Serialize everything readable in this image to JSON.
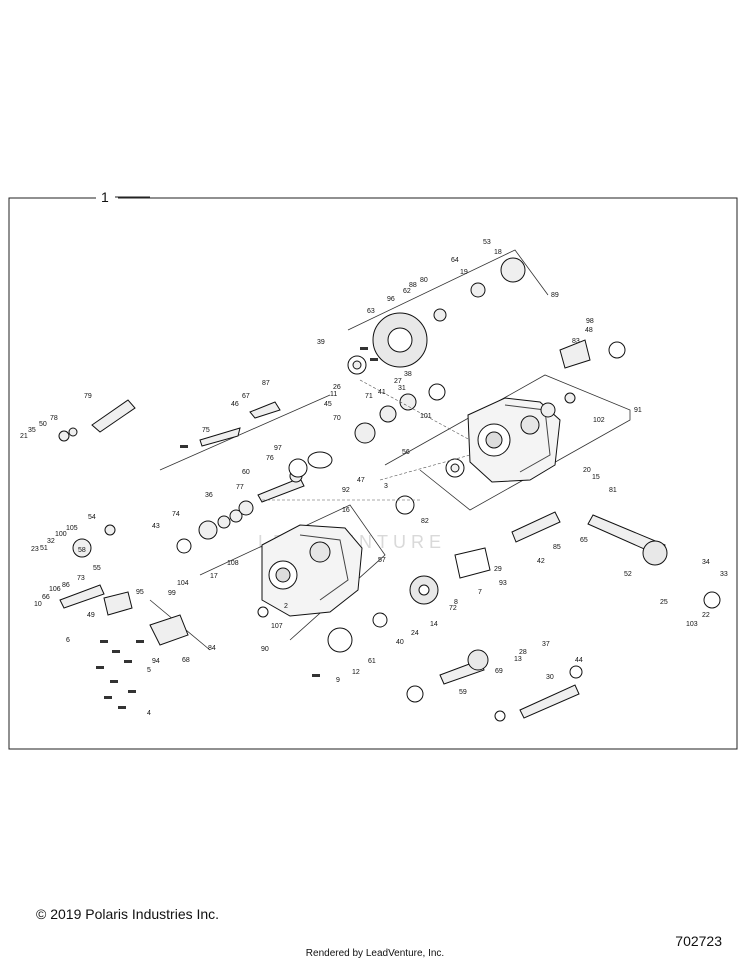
{
  "diagram": {
    "assembly_label": "1",
    "watermark": "LEADVENTURE",
    "callouts": [
      "1",
      "2",
      "3",
      "4",
      "5",
      "6",
      "7",
      "8",
      "9",
      "10",
      "11",
      "12",
      "13",
      "14",
      "15",
      "16",
      "17",
      "18",
      "19",
      "20",
      "21",
      "22",
      "23",
      "24",
      "25",
      "26",
      "27",
      "28",
      "29",
      "30",
      "31",
      "32",
      "33",
      "34",
      "35",
      "36",
      "37",
      "38",
      "39",
      "40",
      "41",
      "42",
      "43",
      "44",
      "45",
      "46",
      "47",
      "48",
      "49",
      "50",
      "51",
      "52",
      "53",
      "54",
      "55",
      "56",
      "57",
      "58",
      "59",
      "60",
      "61",
      "62",
      "63",
      "64",
      "65",
      "66",
      "67",
      "68",
      "69",
      "70",
      "71",
      "72",
      "73",
      "74",
      "75",
      "76",
      "77",
      "78",
      "79",
      "80",
      "81",
      "82",
      "83",
      "84",
      "85",
      "86",
      "87",
      "88",
      "89",
      "90",
      "91",
      "92",
      "93",
      "94",
      "95",
      "96",
      "97",
      "98",
      "99",
      "100",
      "101",
      "102",
      "103",
      "104",
      "105",
      "106",
      "107",
      "108"
    ]
  },
  "footer": {
    "copyright": "© 2019 Polaris Industries Inc.",
    "diagram_id": "702723",
    "rendered_by": "Rendered by LeadVenture, Inc."
  }
}
